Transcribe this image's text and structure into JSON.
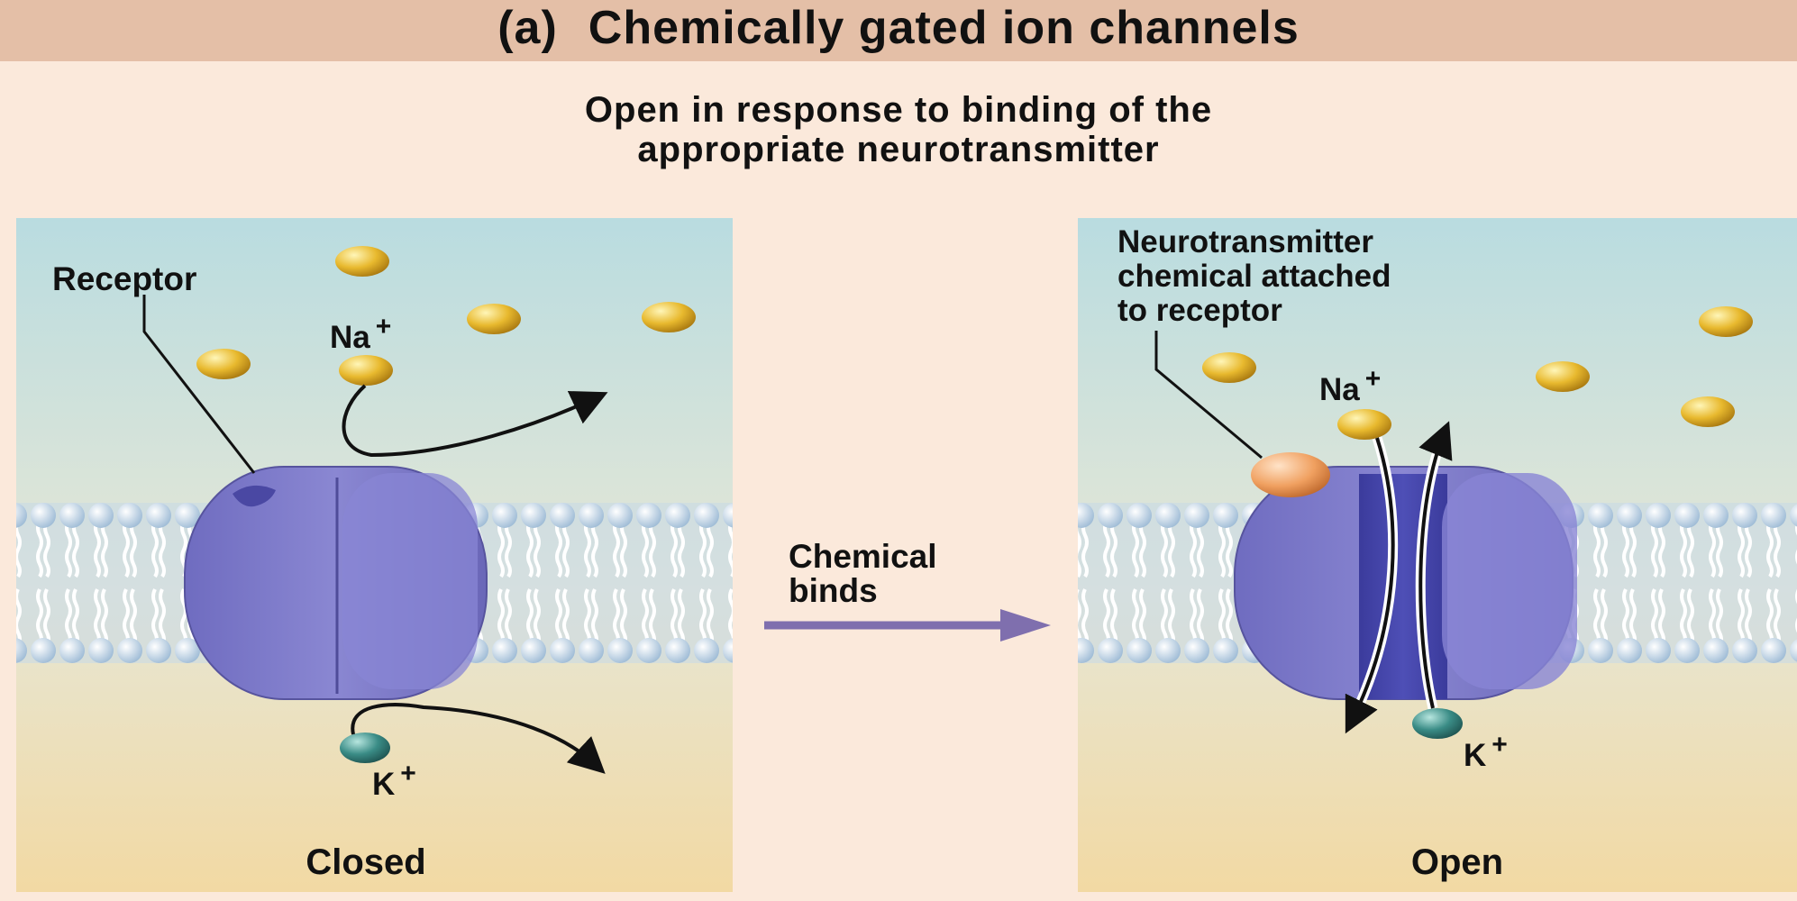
{
  "header": {
    "panel_tag": "(a)",
    "title": "Chemically gated ion channels"
  },
  "subtitle": {
    "line1": "Open in response to binding of the",
    "line2": "appropriate neurotransmitter"
  },
  "closed_panel": {
    "receptor_label": "Receptor",
    "na_label": "Na",
    "k_label": "K",
    "charge": "+",
    "state_label": "Closed"
  },
  "transition": {
    "line1": "Chemical",
    "line2": "binds"
  },
  "open_panel": {
    "nt_line1": "Neurotransmitter",
    "nt_line2": "chemical attached",
    "nt_line3": "to receptor",
    "na_label": "Na",
    "k_label": "K",
    "charge": "+",
    "state_label": "Open"
  },
  "colors": {
    "channel_protein": "#7b78c8",
    "sodium_ion": "#e8b92e",
    "potassium_ion": "#3a8c86",
    "neurotransmitter": "#f0a060",
    "transition_arrow": "#7f6fae"
  }
}
